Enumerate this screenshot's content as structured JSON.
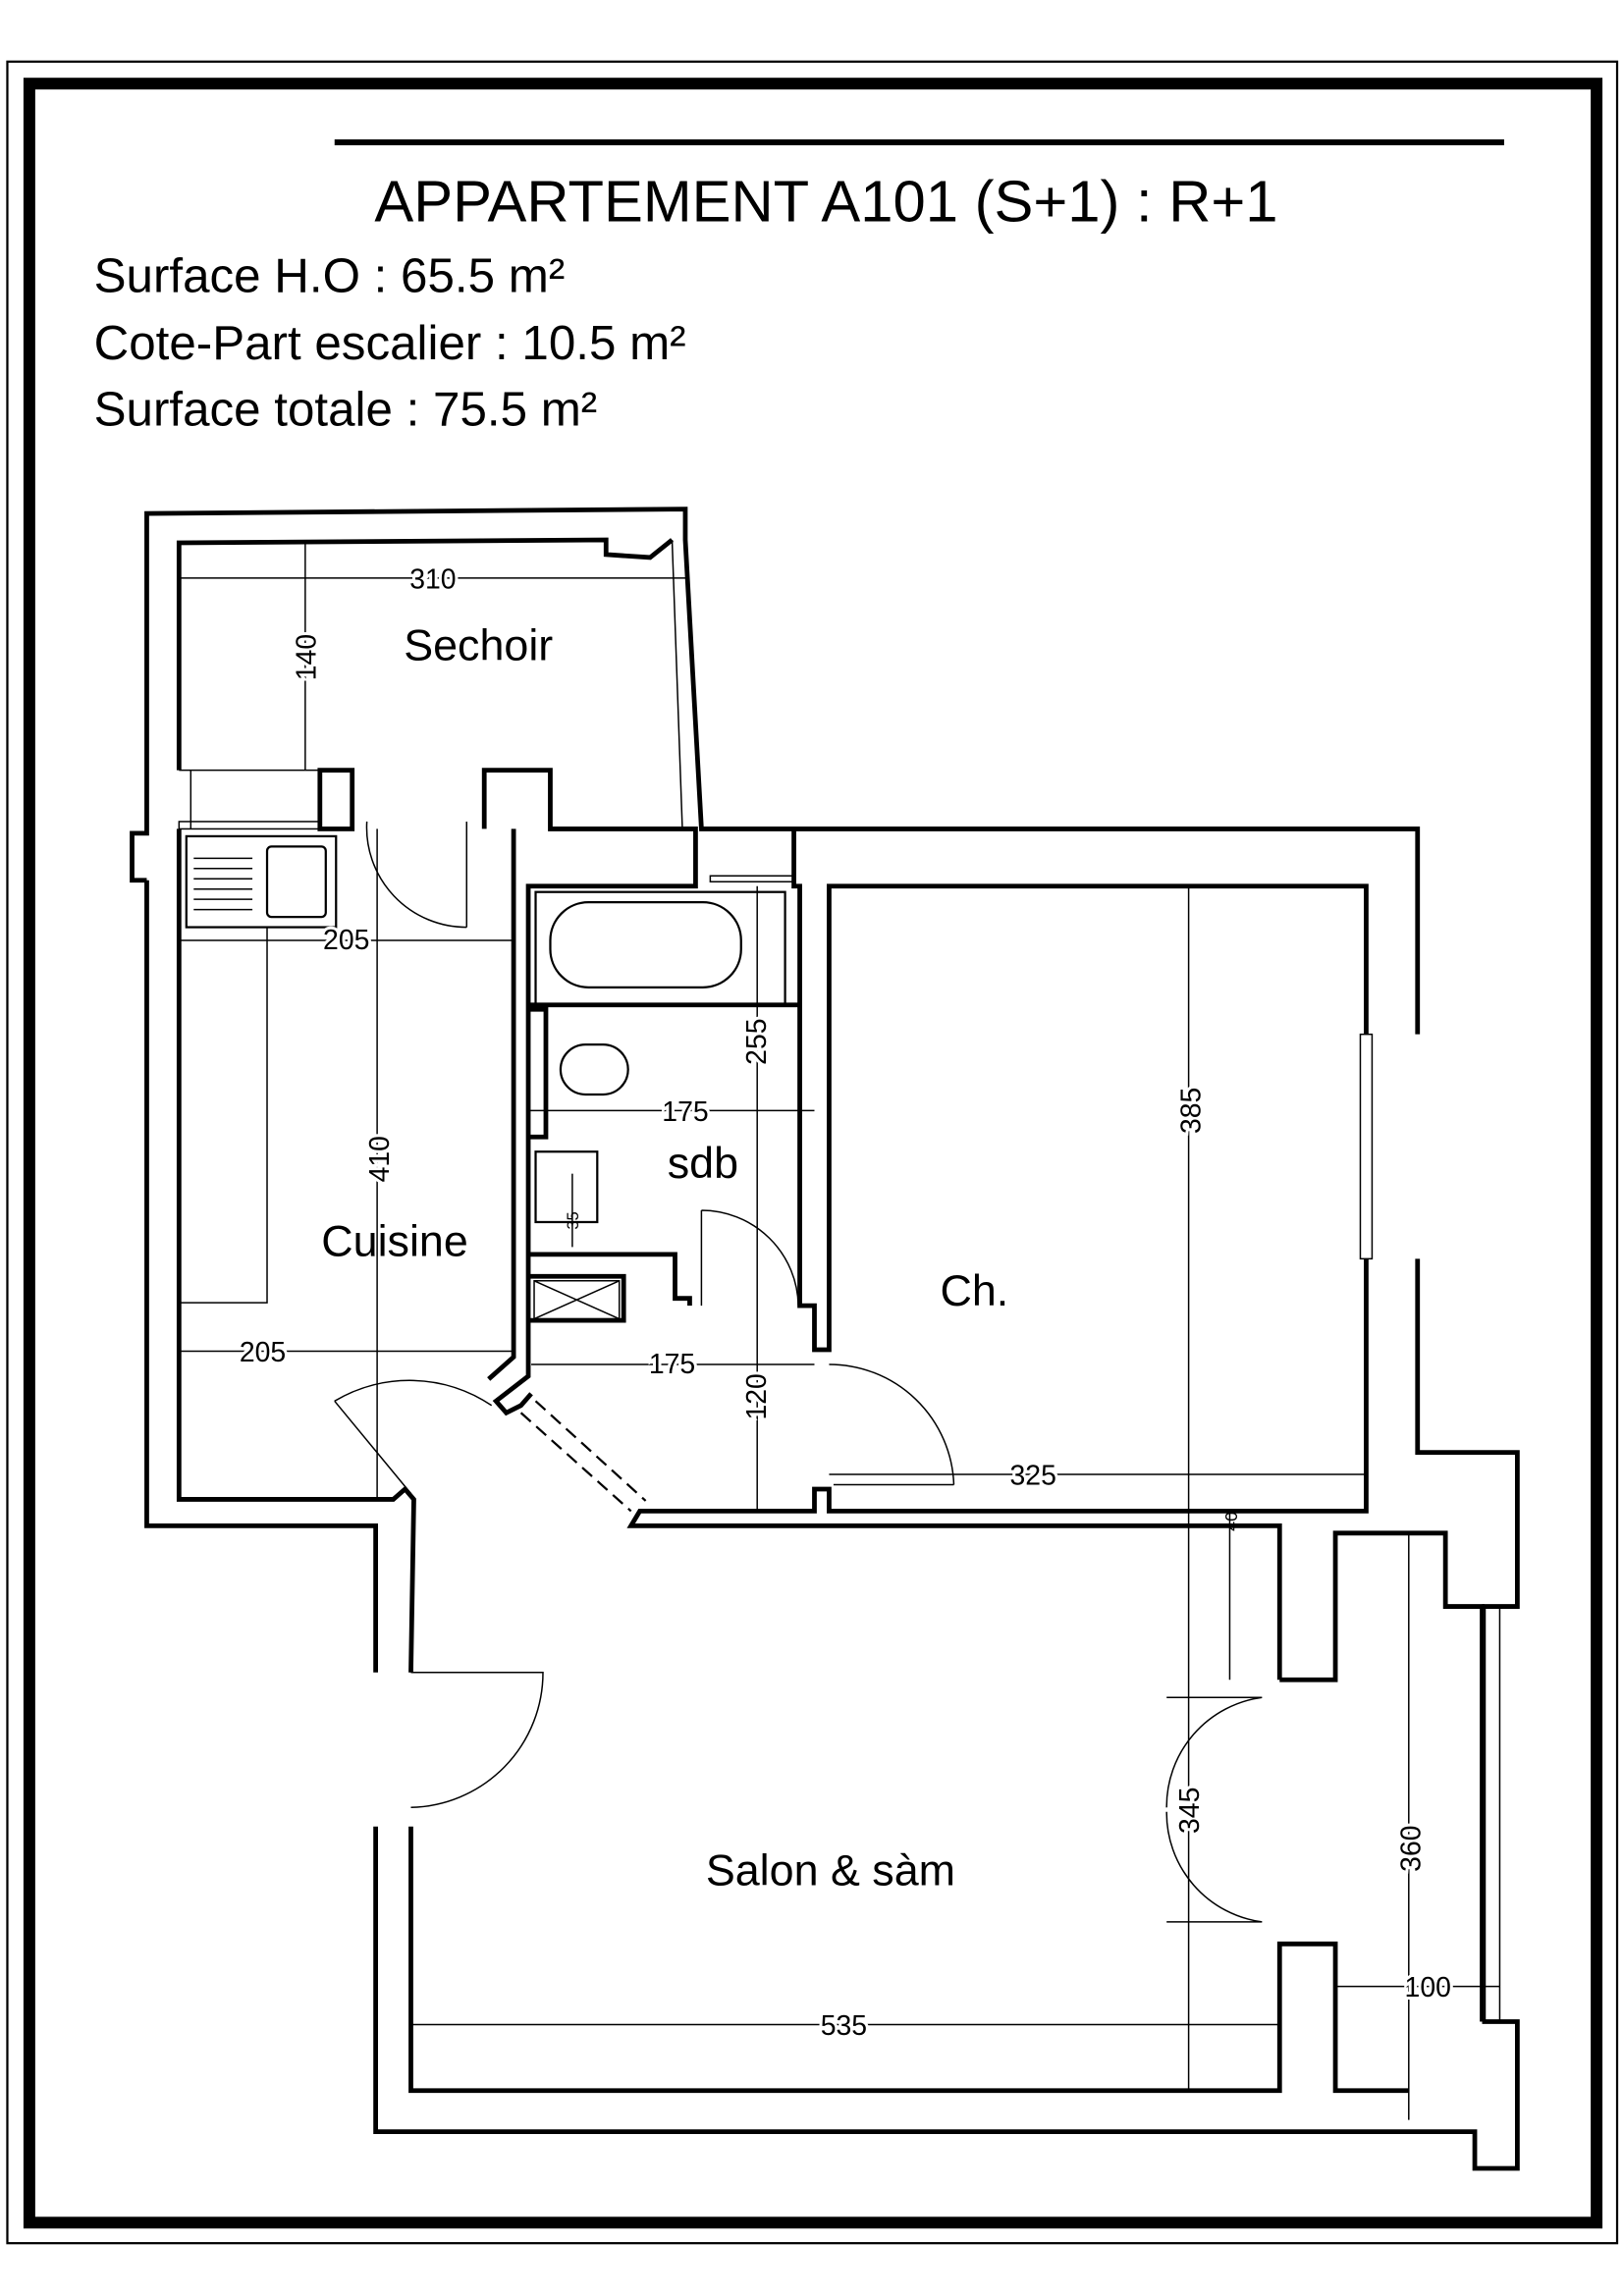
{
  "title": "APPARTEMENT A101 (S+1) : R+1",
  "info": [
    "Surface H.O : 65.5 m²",
    "Cote-Part escalier : 10.5 m²",
    "Surface totale : 75.5 m²"
  ],
  "rooms": {
    "sechoir": "Sechoir",
    "cuisine": "Cuisine",
    "sdb": "sdb",
    "chambre": "Ch.",
    "salon": "Salon & sàm"
  },
  "dimensions": {
    "sechoir_width": "310",
    "sechoir_depth": "140",
    "cuisine_width_top": "205",
    "cuisine_length": "410",
    "cuisine_width_bottom": "205",
    "sdb_width": "175",
    "sdb_length": "255",
    "corridor_width": "175",
    "corridor_depth": "120",
    "sink_depth": "35",
    "chambre_length": "385",
    "chambre_width": "325",
    "wall": "40",
    "salon_depth": "345",
    "salon_width": "535",
    "balcony_length": "360",
    "balcony_width": "100"
  }
}
